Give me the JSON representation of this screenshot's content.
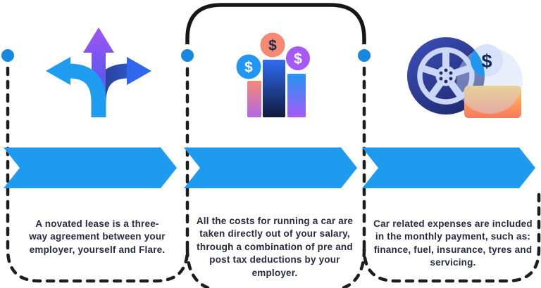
{
  "title": "Novated lease three-step infographic",
  "currency": {
    "dollar": "$"
  },
  "sections": [
    {
      "icon": "three-way-arrows-icon",
      "description": "A novated lease is a three-way agreement between your employer, yourself and Flare."
    },
    {
      "icon": "money-bar-chart-icon",
      "description": "All the costs for running a car are taken directly out of your salary, through a combination of pre and post tax deductions by your employer."
    },
    {
      "icon": "car-wheel-expenses-icon",
      "description": "Car related expenses are included in the monthly payment, such as: finance, fuel, insurance, tyres and servicing."
    }
  ],
  "colors": {
    "background": "#FFFFFF",
    "banner_blue": "#1E9AEF",
    "dot_blue": "#1787E0",
    "connector_dark": "#1A1A1A",
    "text_dark": "#262B3F",
    "arrow_azure": "#1E9CF0",
    "arrow_purple": "#9D55F6",
    "arrow_indigo": "#2B3C90",
    "bar_salmon": "#F58973",
    "bar_violet": "#A55AF5",
    "bar_navy": "#101A3C",
    "bar_blue": "#2F6BF2",
    "tire_indigo": "#2F3FA5",
    "alloy_light": "#CBD7F4",
    "coin_light": "#D7E1FA",
    "card_gold": "#FFC94E",
    "card_coral": "#FA785F"
  }
}
